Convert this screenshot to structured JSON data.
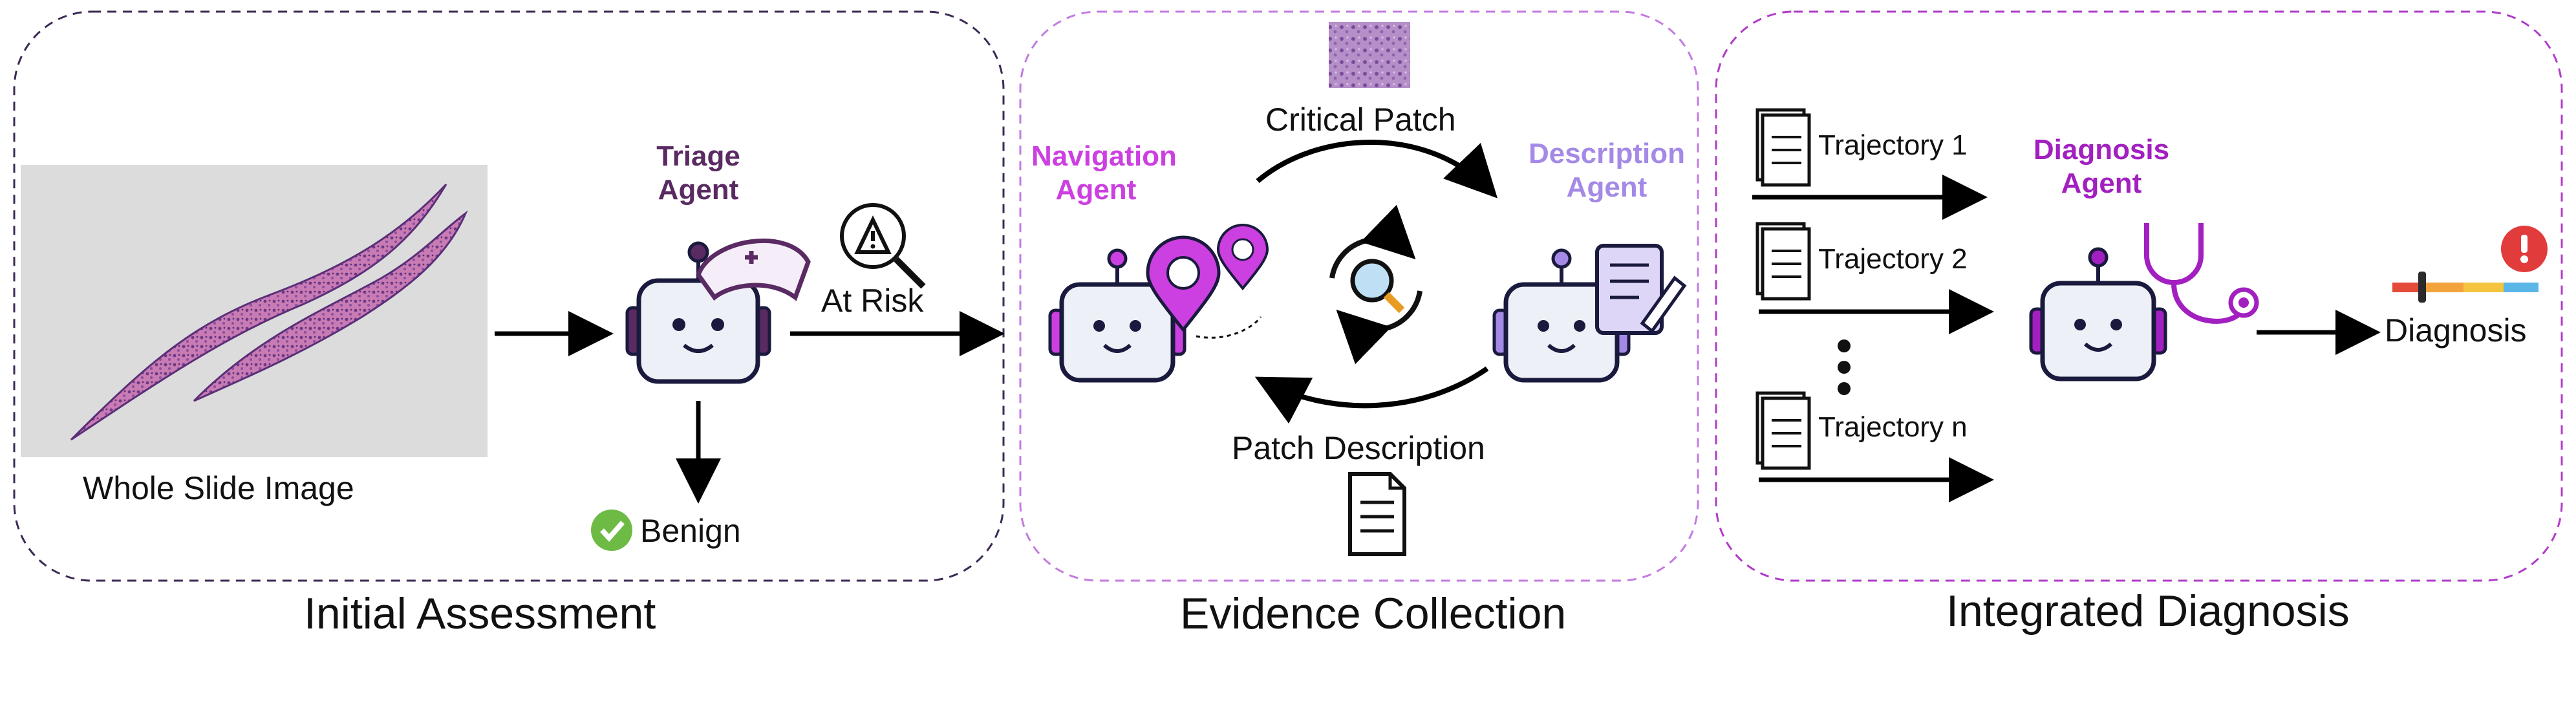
{
  "colors": {
    "panel1_border": "#3b2a55",
    "panel2_border": "#c27be0",
    "panel3_border": "#b03cc8",
    "triage": "#5a2a63",
    "navigation": "#cc3fe0",
    "description": "#a489e6",
    "diagnosis": "#a21fc0",
    "benign_check": "#6dbb45",
    "alert": "#e23b3b"
  },
  "panels": {
    "initial": {
      "title": "Initial Assessment",
      "wsi_label": "Whole Slide Image",
      "agent_line1": "Triage",
      "agent_line2": "Agent",
      "at_risk": "At Risk",
      "benign": "Benign"
    },
    "evidence": {
      "title": "Evidence Collection",
      "nav_line1": "Navigation",
      "nav_line2": "Agent",
      "desc_line1": "Description",
      "desc_line2": "Agent",
      "critical_patch": "Critical Patch",
      "patch_description": "Patch Description"
    },
    "integrated": {
      "title": "Integrated Diagnosis",
      "agent_line1": "Diagnosis",
      "agent_line2": "Agent",
      "trajectories": [
        "Trajectory 1",
        "Trajectory 2",
        "Trajectory n"
      ],
      "diagnosis": "Diagnosis"
    }
  },
  "icons": [
    "warning-magnifier-icon",
    "check-circle-icon",
    "nurse-cap-icon",
    "location-pin-icon",
    "refresh-search-icon",
    "document-icon",
    "clipboard-pen-icon",
    "stethoscope-icon",
    "alert-icon"
  ]
}
